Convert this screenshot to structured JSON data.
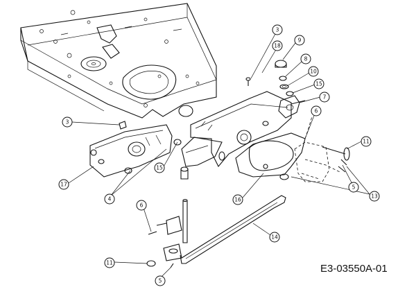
{
  "drawing_code": "E3-03550A-01",
  "callouts": {
    "c3a": "3",
    "c3b": "3",
    "c4": "4",
    "c5a": "5",
    "c5b": "5",
    "c6a": "6",
    "c6b": "6",
    "c7": "7",
    "c8": "8",
    "c9": "9",
    "c10": "10",
    "c11a": "11",
    "c11b": "11",
    "c13": "13",
    "c14": "14",
    "c15a": "15",
    "c15b": "15",
    "c16": "16",
    "c17": "17",
    "c18": "18"
  }
}
